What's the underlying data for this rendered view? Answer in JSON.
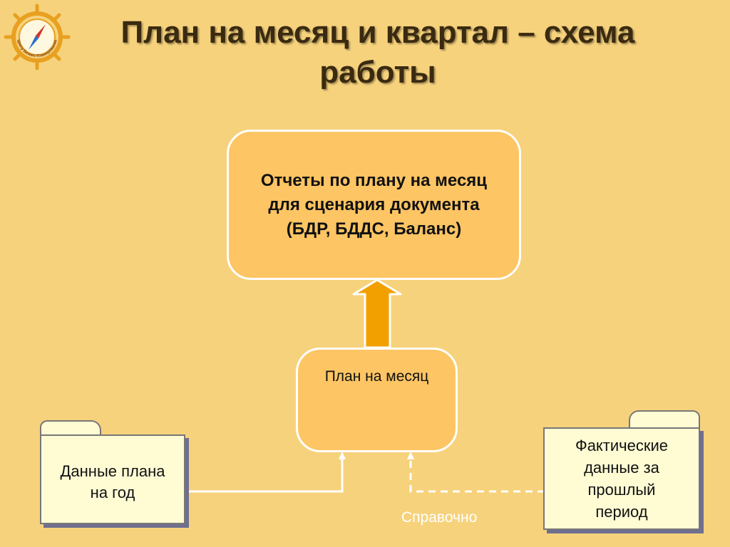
{
  "slide": {
    "title": "План на месяц и квартал – схема работы"
  },
  "logo": {
    "icon": "ship-wheel-compass-icon",
    "text": "Центр Бизнес-Планирования",
    "colors": {
      "ring": "#e8a020",
      "needle_red": "#d0342c",
      "needle_blue": "#2a6fd0"
    }
  },
  "diagram": {
    "reports_box": "Отчеты по плану на месяц для сценария документа (БДР, БДДС, Баланс)",
    "plan_box": "План на месяц",
    "year_plan_folder": "Данные плана на год",
    "actual_data_folder": "Фактические данные за прошлый период",
    "reference_label": "Справочно"
  },
  "colors": {
    "background": "#f6d27c",
    "box_fill": "#fdc563",
    "arrow_fill": "#f2a000",
    "folder_fill": "#fffcd4"
  }
}
